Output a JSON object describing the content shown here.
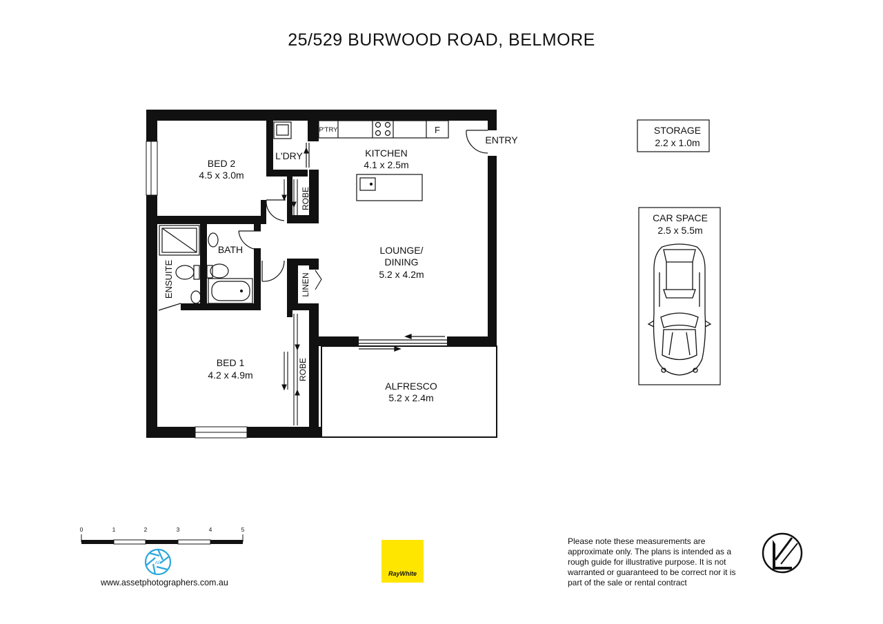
{
  "title": "25/529 BURWOOD ROAD, BELMORE",
  "rooms": {
    "bed2": {
      "name": "BED 2",
      "dims": "4.5 x 3.0m"
    },
    "bed1": {
      "name": "BED 1",
      "dims": "4.2 x 4.9m"
    },
    "kitchen": {
      "name": "KITCHEN",
      "dims": "4.1 x 2.5m"
    },
    "lounge": {
      "name_line1": "LOUNGE/",
      "name_line2": "DINING",
      "dims": "5.2 x 4.2m"
    },
    "alfresco": {
      "name": "ALFRESCO",
      "dims": "5.2 x 2.4m"
    },
    "bath": {
      "name": "BATH"
    },
    "ensuite": {
      "name": "ENSUITE"
    },
    "laundry": {
      "name": "L'DRY"
    },
    "pantry": {
      "name": "P'TRY"
    },
    "fridge": {
      "name": "F"
    },
    "entry": {
      "name": "ENTRY"
    },
    "robe_top": {
      "name": "ROBE"
    },
    "robe_bottom": {
      "name": "ROBE"
    },
    "linen": {
      "name": "LINEN"
    }
  },
  "storage": {
    "name": "STORAGE",
    "dims": "2.2 x 1.0m"
  },
  "car_space": {
    "name": "CAR SPACE",
    "dims": "2.5 x 5.5m"
  },
  "scale_bar": {
    "ticks": [
      "0",
      "1",
      "2",
      "3",
      "4",
      "5"
    ]
  },
  "logos": {
    "photographer_initials": "AP",
    "agency": "RayWhite",
    "agency_color": "#ffe600"
  },
  "website": "www.assetphotographers.com.au",
  "disclaimer": "Please note these measurements are approximate only. The plans is intended as a rough guide for illustrative purpose. It is not warranted or guaranteed to be correct nor it is part of the sale or rental contract",
  "compass_icon": "north-arrow-icon"
}
